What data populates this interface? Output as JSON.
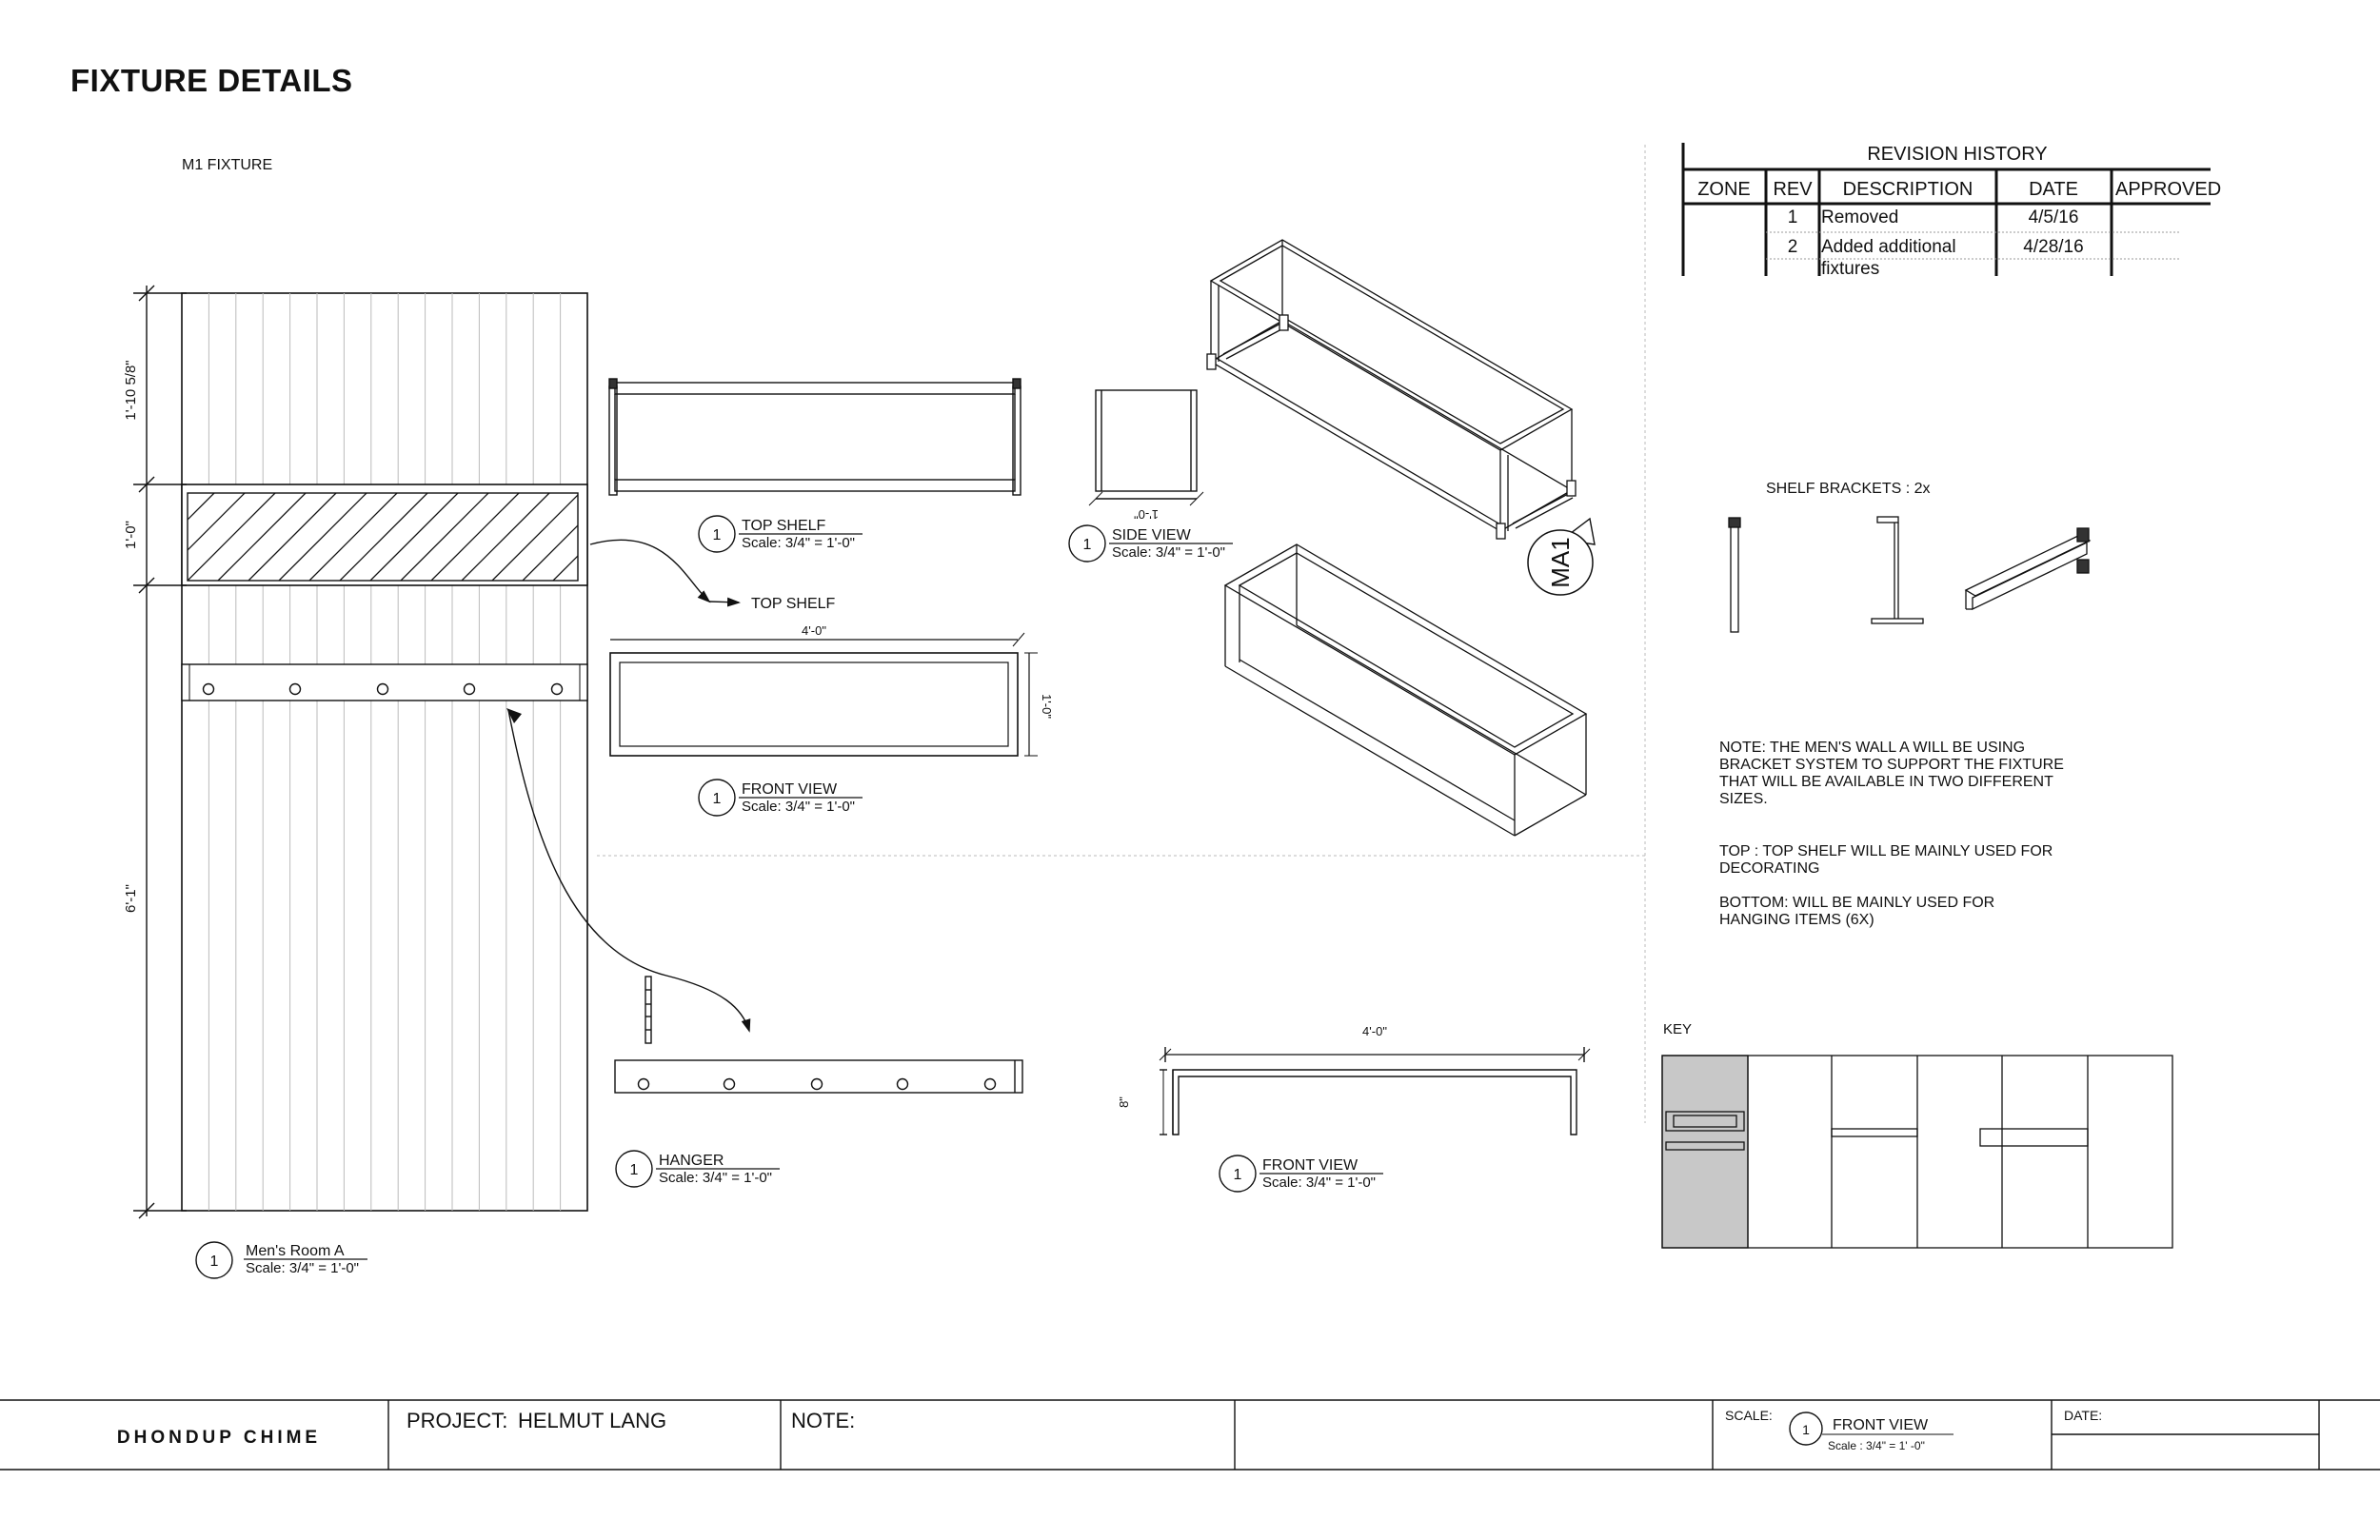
{
  "page": {
    "title": "FIXTURE DETAILS"
  },
  "drawing": {
    "fixture_label": "M1 FIXTURE",
    "dims": {
      "top": "1'-10 5/8\"",
      "mid": "1'-0\"",
      "bottom": "6'-1\"",
      "shelf_width": "4'-0\"",
      "shelf_height": "1'-0\"",
      "side_depth": "1'-0\"",
      "hanger_width": "4'-0\"",
      "hanger_height": "8\""
    },
    "callouts": {
      "mens_room": {
        "num": "1",
        "title": "Men's Room A",
        "scale": "Scale: 3/4\" = 1'-0\""
      },
      "top_shelf": {
        "num": "1",
        "title": "TOP SHELF",
        "scale": "Scale: 3/4\" = 1'-0\""
      },
      "front_view_1": {
        "num": "1",
        "title": "FRONT VIEW",
        "scale": "Scale: 3/4\" = 1'-0\""
      },
      "side_view": {
        "num": "1",
        "title": "SIDE VIEW",
        "scale": "Scale: 3/4\" = 1'-0\""
      },
      "hanger": {
        "num": "1",
        "title": "HANGER",
        "scale": "Scale: 3/4\" = 1'-0\""
      },
      "front_view_2": {
        "num": "1",
        "title": "FRONT VIEW",
        "scale": "Scale: 3/4\" = 1'-0\""
      }
    },
    "arrow_label": "TOP SHELF",
    "iso_tag": "MA1",
    "brackets_label": "SHELF BRACKETS : 2x",
    "notes": [
      "NOTE: THE MEN'S WALL A WILL BE USING",
      "BRACKET SYSTEM TO SUPPORT THE FIXTURE",
      "THAT WILL BE AVAILABLE IN TWO DIFFERENT",
      "SIZES."
    ],
    "notes_top": [
      "TOP : TOP SHELF WILL BE MAINLY USED FOR",
      "DECORATING"
    ],
    "notes_bottom": [
      "BOTTOM: WILL BE MAINLY USED FOR",
      "HANGING ITEMS (6X)"
    ],
    "key_label": "KEY"
  },
  "revision": {
    "title": "REVISION HISTORY",
    "headers": [
      "ZONE",
      "REV",
      "DESCRIPTION",
      "DATE",
      "APPROVED"
    ],
    "rows": [
      {
        "zone": "",
        "rev": "1",
        "desc": [
          "Removed"
        ],
        "date": "4/5/16",
        "approved": ""
      },
      {
        "zone": "",
        "rev": "2",
        "desc": [
          "Added additional",
          "fixtures"
        ],
        "date": "4/28/16",
        "approved": ""
      }
    ]
  },
  "title_block": {
    "company": "DHONDUP CHIME",
    "project_label": "PROJECT:",
    "project_name": "HELMUT LANG",
    "note_label": "NOTE:",
    "scale_label": "SCALE:",
    "scale_num": "1",
    "scale_title": "FRONT VIEW",
    "scale_value": "Scale : 3/4\" = 1' -0\"",
    "date_label": "DATE:"
  }
}
